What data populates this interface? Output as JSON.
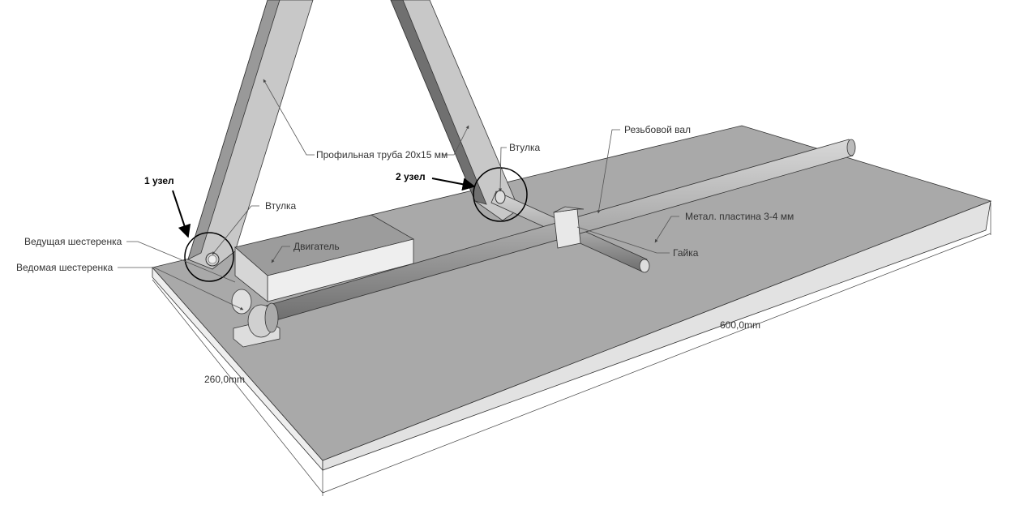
{
  "labels": {
    "node1": "1 узел",
    "node2": "2 узел",
    "bushing1": "Втулка",
    "bushing2": "Втулка",
    "drive_gear": "Ведущая шестеренка",
    "driven_gear": "Ведомая шестеренка",
    "motor": "Двигатель",
    "profile_tube": "Профильная труба 20х15 мм",
    "threaded_shaft": "Резьбовой вал",
    "metal_plate": "Метал. пластина 3-4 мм",
    "nut": "Гайка"
  },
  "dimensions": {
    "width": "260,0mm",
    "length": "600,0mm"
  },
  "colors": {
    "plate_top": "#a9a9a9",
    "plate_edge": "#e6e6e6",
    "tube": "#c4c4c4",
    "tube_dark": "#8c8c8c"
  }
}
